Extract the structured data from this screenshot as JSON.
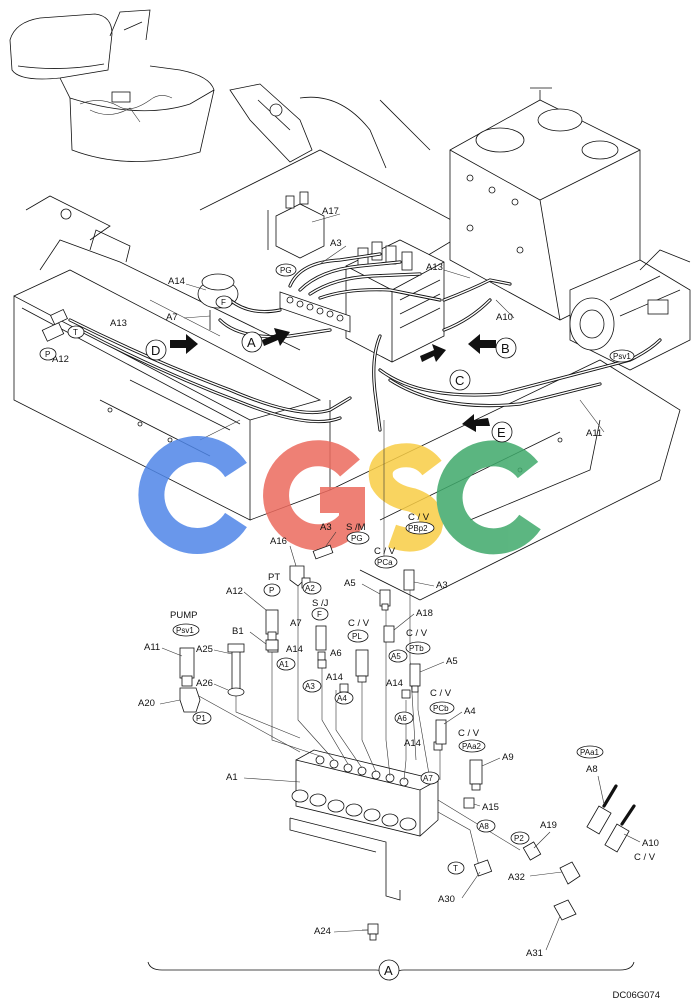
{
  "drawing_code": "DC06G074",
  "views": {
    "A": "A",
    "B": "B",
    "C": "C",
    "D": "D",
    "E": "E"
  },
  "overview_labels": {
    "A3": "A3",
    "A7": "A7",
    "A10": "A10",
    "A11": "A11",
    "A12": "A12",
    "A13a": "A13",
    "A13b": "A13",
    "A14": "A14",
    "A17": "A17",
    "PG": "PG",
    "T": "T",
    "P": "P",
    "F": "F",
    "Psv1": "Psv1"
  },
  "detail_labels": {
    "A1": "A1",
    "A3a": "A3",
    "A3b": "A3",
    "A4": "A4",
    "A5a": "A5",
    "A5b": "A5",
    "A6": "A6",
    "A7": "A7",
    "A8": "A8",
    "A9": "A9",
    "A10": "A10",
    "A11": "A11",
    "A12": "A12",
    "A14a": "A14",
    "A14b": "A14",
    "A14c": "A14",
    "A14d": "A14",
    "A15": "A15",
    "A16": "A16",
    "A18": "A18",
    "A19": "A19",
    "A20": "A20",
    "A24": "A24",
    "A25": "A25",
    "A26": "A26",
    "A30": "A30",
    "A31": "A31",
    "A32": "A32",
    "B1": "B1"
  },
  "port_tags": {
    "PG": "PG",
    "PCa": "PCa",
    "PBp2": "PBp2",
    "P": "P",
    "F": "F",
    "PL": "PL",
    "PTb": "PTb",
    "Psv1": "Psv1",
    "PCb": "PCb",
    "PAa2": "PAa2",
    "PAa1": "PAa1",
    "T": "T",
    "P1": "P1",
    "P2": "P2"
  },
  "circle_tags": {
    "A1": "A1",
    "A2": "A2",
    "A3": "A3",
    "A4": "A4",
    "A5": "A5",
    "A6": "A6",
    "A7": "A7",
    "A8": "A8"
  },
  "group_labels": {
    "SM": "S /M",
    "CV1": "C / V",
    "CV2": "C / V",
    "CV3": "C / V",
    "CV4": "C / V",
    "CV5": "C / V",
    "CV6": "C / V",
    "CV7": "C / V",
    "PT": "PT",
    "SJ": "S /J",
    "PUMP": "PUMP"
  },
  "watermark": [
    "C",
    "G",
    "S",
    "C"
  ],
  "colors": {
    "wm_blue": "#4f86e8",
    "wm_red": "#ec6a5e",
    "wm_yellow": "#f9cd45",
    "wm_green": "#3fa96b"
  }
}
